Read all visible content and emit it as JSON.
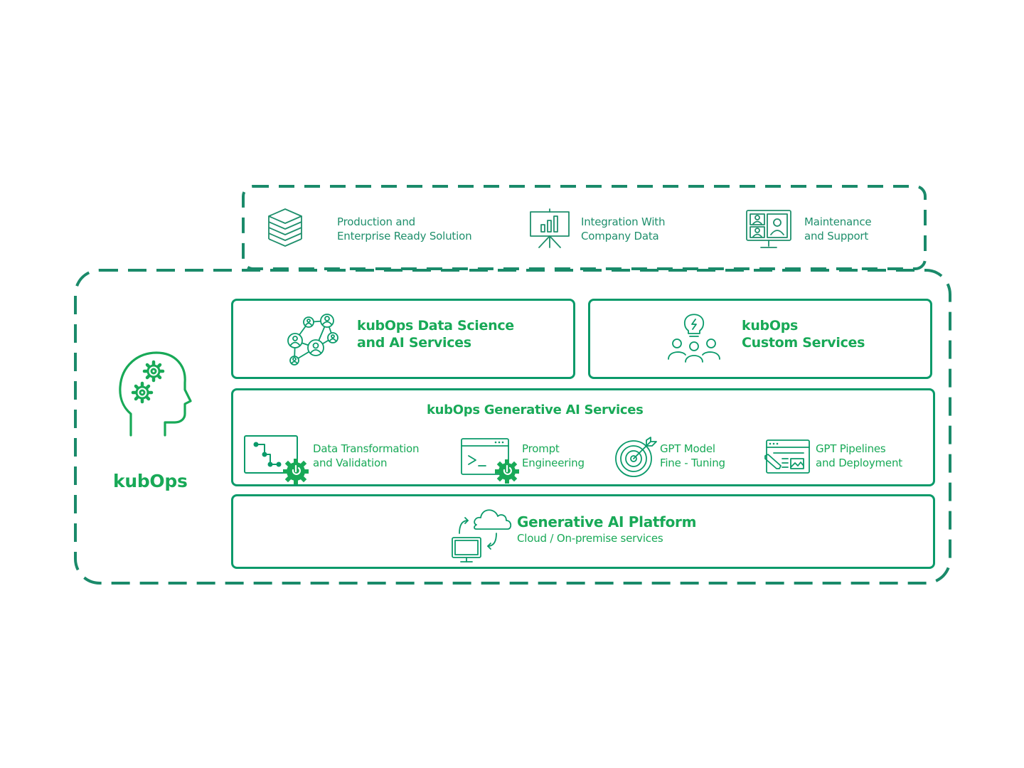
{
  "colors": {
    "dashed_border": "#1a8a6a",
    "box_border": "#0a9a6a",
    "green_accent": "#18a957",
    "teal_text": "#1f8f6c"
  },
  "top_features": [
    {
      "icon": "layers-icon",
      "line1": "Production and",
      "line2": "Enterprise Ready Solution"
    },
    {
      "icon": "presentation-chart-icon",
      "line1": "Integration With",
      "line2": "Company Data"
    },
    {
      "icon": "video-conference-icon",
      "line1": "Maintenance",
      "line2": "and Support"
    }
  ],
  "brand": {
    "icon": "head-gears-icon",
    "label": "kubOps"
  },
  "data_science": {
    "icon": "people-network-icon",
    "line1": "kubOps Data Science",
    "line2": "and AI Services"
  },
  "custom_services": {
    "icon": "team-idea-icon",
    "line1": "kubOps",
    "line2": "Custom Services"
  },
  "generative_services": {
    "title": "kubOps Generative AI Services",
    "items": [
      {
        "icon": "data-flow-gear-icon",
        "line1": "Data Transformation",
        "line2": "and Validation"
      },
      {
        "icon": "terminal-gear-icon",
        "line1": "Prompt",
        "line2": "Engineering"
      },
      {
        "icon": "target-icon",
        "line1": "GPT Model",
        "line2": "Fine - Tuning"
      },
      {
        "icon": "pipeline-window-icon",
        "line1": "GPT Pipelines",
        "line2": "and Deployment"
      }
    ]
  },
  "platform": {
    "icon": "cloud-sync-icon",
    "title": "Generative AI Platform",
    "subtitle": "Cloud / On-premise services"
  }
}
